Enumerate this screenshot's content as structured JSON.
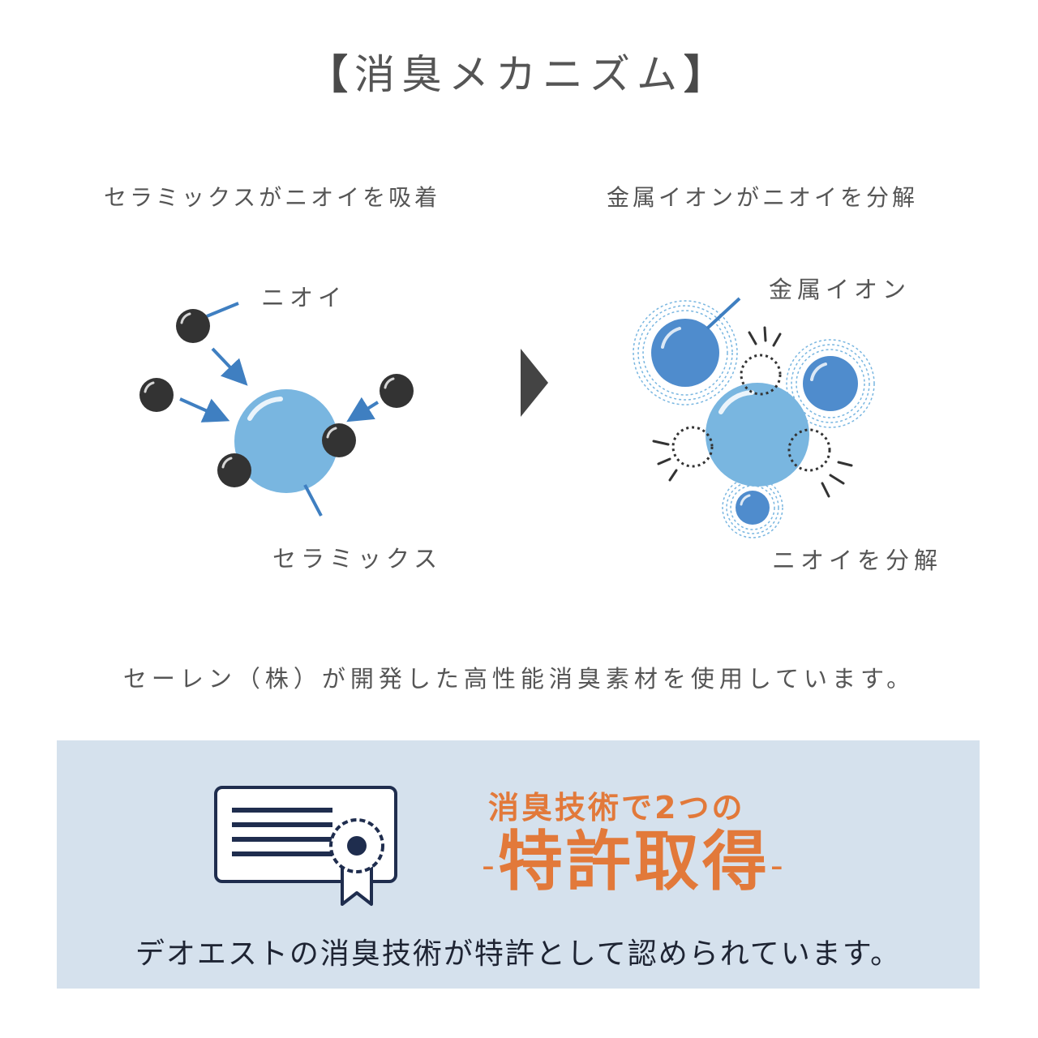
{
  "title": {
    "open_bracket": "【",
    "text": "消臭メカニズム",
    "close_bracket": "】"
  },
  "left_panel": {
    "heading": "セラミックスがニオイを吸着",
    "label_smell": "ニオイ",
    "label_ceramics": "セラミックス"
  },
  "right_panel": {
    "heading": "金属イオンがニオイを分解",
    "label_metal_ion": "金属イオン",
    "label_decompose": "ニオイを分解"
  },
  "description": "セーレン（株）が開発した高性能消臭素材を使用しています。",
  "patent_box": {
    "subtitle": "消臭技術で2つの",
    "dash_left": "-",
    "main": "特許取得",
    "dash_right": "-",
    "description": "デオエストの消臭技術が特許として認められています。"
  },
  "colors": {
    "ceramic_blue": "#79b6e0",
    "metal_ion_blue": "#4f8ccd",
    "smell_dark": "#333333",
    "arrow_blue": "#3f7fc1",
    "accent_orange": "#e2793a",
    "panel_bg": "#d5e1ed",
    "navy": "#1f2d4e"
  }
}
